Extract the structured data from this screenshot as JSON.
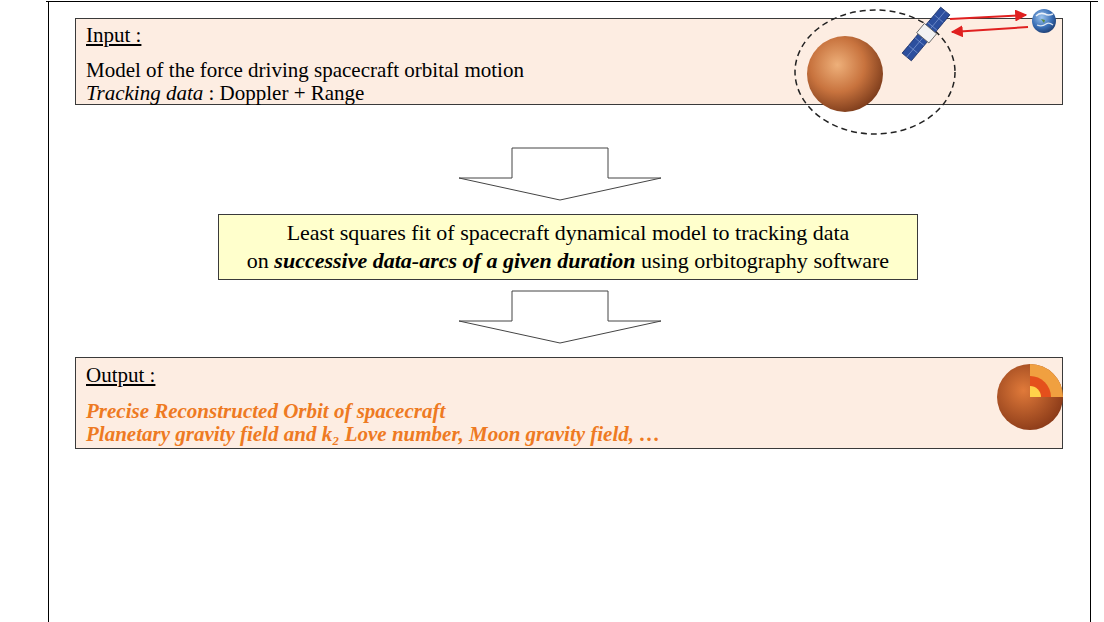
{
  "diagram": {
    "nodes": [
      {
        "text": [
          "Input :",
          "Model of the force driving spacecraft orbital motion",
          "Tracking data : Doppler + Range"
        ]
      },
      {
        "text": [
          "Least squares fit of spacecraft dynamical model to tracking data on successive data-arcs of a given duration using orbitography software"
        ]
      },
      {
        "text": [
          "Output :",
          "Precise Reconstructed Orbit of spacecraft",
          "Planetary gravity field and k₂ Love number, Moon gravity field, …"
        ]
      }
    ],
    "edges": [
      {
        "from": 0,
        "to": 1,
        "arrow": "to"
      },
      {
        "from": 1,
        "to": 2,
        "arrow": "to"
      }
    ]
  }
}
